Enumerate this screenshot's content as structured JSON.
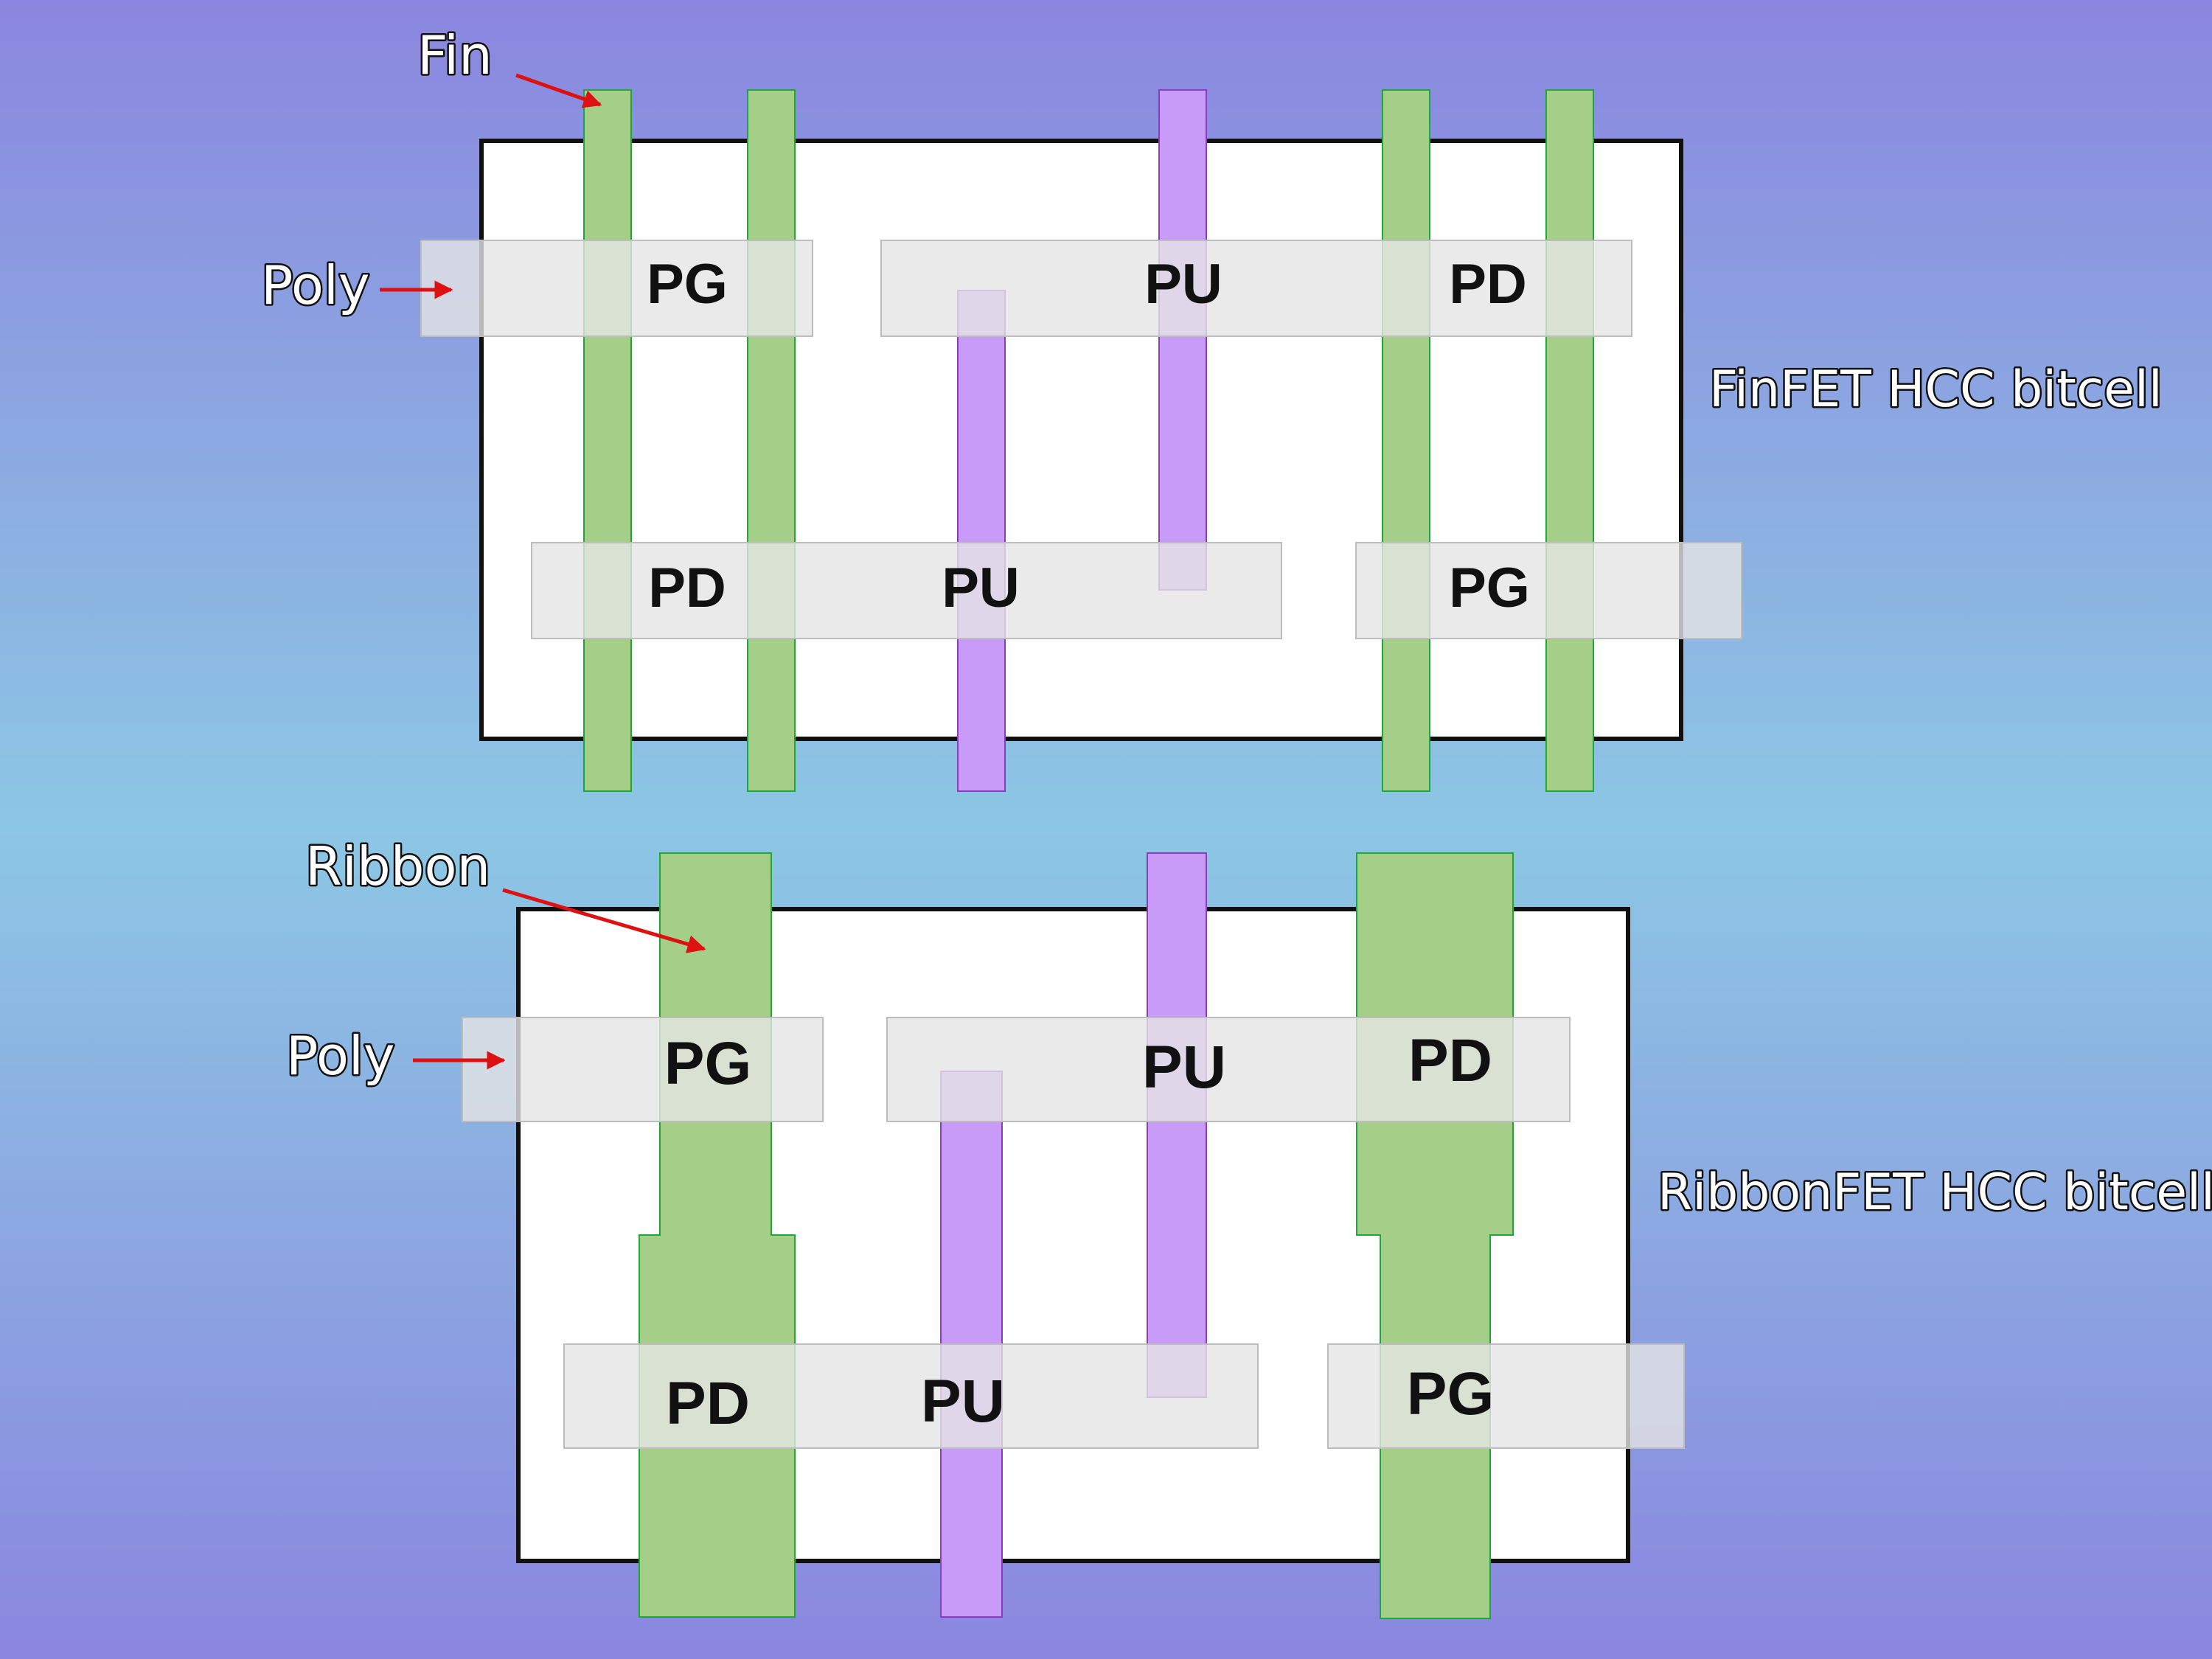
{
  "colors": {
    "fin": "#a5cf89",
    "fin_edge": "#1fa83a",
    "pfin": "#c79bf7",
    "pfin_edge": "#8c3dbf",
    "poly": "#e5e5e5",
    "arrow": "#dd1111"
  },
  "top_cell": {
    "title": "FinFET HCC bitcell",
    "fin_annotation": "Fin",
    "poly_annotation": "Poly",
    "transistors": {
      "pg_top": "PG",
      "pu_top": "PU",
      "pd_top": "PD",
      "pd_bottom": "PD",
      "pu_bottom": "PU",
      "pg_bottom": "PG"
    }
  },
  "bottom_cell": {
    "title": "RibbonFET HCC bitcell",
    "ribbon_annotation": "Ribbon",
    "poly_annotation": "Poly",
    "transistors": {
      "pg_top": "PG",
      "pu_top": "PU",
      "pd_top": "PD",
      "pd_bottom": "PD",
      "pu_bottom": "PU",
      "pg_bottom": "PG"
    }
  }
}
